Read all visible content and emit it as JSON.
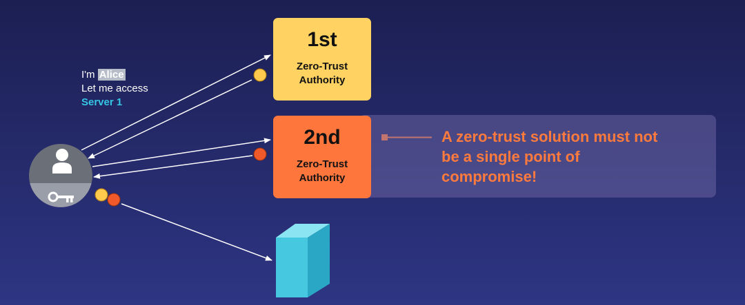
{
  "request": {
    "prefix": "I'm",
    "name": "Alice",
    "line2": "Let me access",
    "server": "Server 1"
  },
  "authorities": [
    {
      "rank": "1st",
      "label": "Zero-Trust\nAuthority",
      "color": "#ffd261"
    },
    {
      "rank": "2nd",
      "label": "Zero-Trust\nAuthority",
      "color": "#ff763d"
    }
  ],
  "callout": {
    "text": "A zero-trust solution must not be a single point of compromise!"
  },
  "colors": {
    "background": "#232865",
    "token_yellow": "#ffc94d",
    "token_orange": "#f05a2a",
    "server": "#46c8e0",
    "callout_text": "#ff7a3d",
    "highlight": "#35c6e6"
  },
  "icons": {
    "user": "user-icon",
    "key": "key-icon",
    "server": "server-icon"
  }
}
